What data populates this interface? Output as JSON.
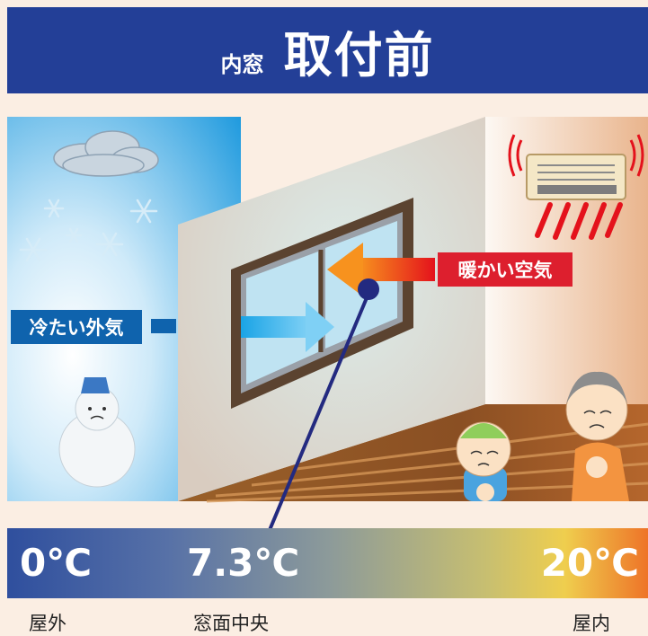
{
  "header": {
    "prefix": "内窓",
    "title": "取付前"
  },
  "labels": {
    "cold_air": "冷たい外気",
    "warm_air": "暖かい空気"
  },
  "temperatures": {
    "outdoor": {
      "value": "0℃",
      "caption": "屋外"
    },
    "window_center": {
      "value": "7.3℃",
      "caption": "窓面中央"
    },
    "indoor": {
      "value": "20℃",
      "caption": "屋内"
    }
  },
  "colors": {
    "header_bg": "#233f97",
    "cold_label": "#0f63ad",
    "warm_label": "#dd1f2e",
    "pointer": "#232a80"
  },
  "icons": [
    "cloud-icon",
    "snowflake-icon",
    "snowman-icon",
    "air-conditioner-icon",
    "child-icon",
    "grandmother-icon"
  ]
}
